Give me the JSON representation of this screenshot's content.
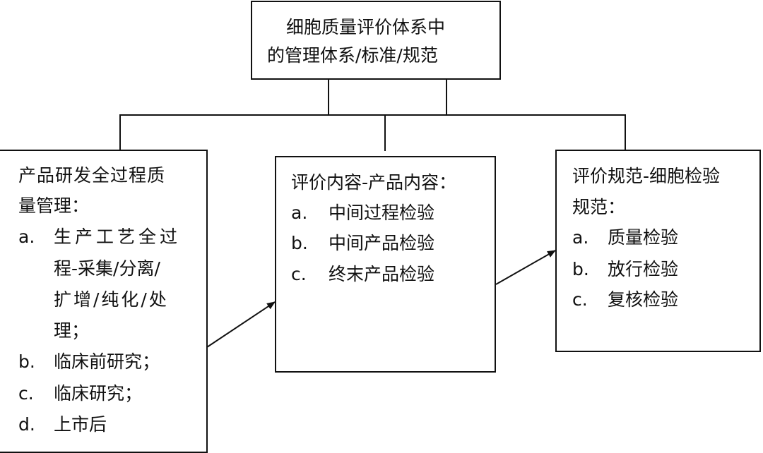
{
  "top": {
    "line1": "细胞质量评价体系中",
    "line2": "的管理体系/标准/规范"
  },
  "left": {
    "title1": "产品研发全过程质",
    "title2": "量管理：",
    "items": [
      {
        "label": "a.",
        "lines": [
          "生产工艺全过",
          "程-采集/分离/",
          "扩增/纯化/处",
          "理；"
        ]
      },
      {
        "label": "b.",
        "lines": [
          "临床前研究；"
        ]
      },
      {
        "label": "c.",
        "lines": [
          "临床研究；"
        ]
      },
      {
        "label": "d.",
        "lines": [
          "上市后"
        ]
      }
    ]
  },
  "middle": {
    "title": "评价内容-产品内容：",
    "items": [
      {
        "label": "a.",
        "text": "中间过程检验"
      },
      {
        "label": "b.",
        "text": "中间产品检验"
      },
      {
        "label": "c.",
        "text": "终末产品检验"
      }
    ]
  },
  "right": {
    "title1": "评价规范-细胞检验",
    "title2": "规范：",
    "items": [
      {
        "label": "a.",
        "text": "质量检验"
      },
      {
        "label": "b.",
        "text": "放行检验"
      },
      {
        "label": "c.",
        "text": "复核检验"
      }
    ]
  },
  "colors": {
    "line": "#111111",
    "background": "#ffffff"
  }
}
